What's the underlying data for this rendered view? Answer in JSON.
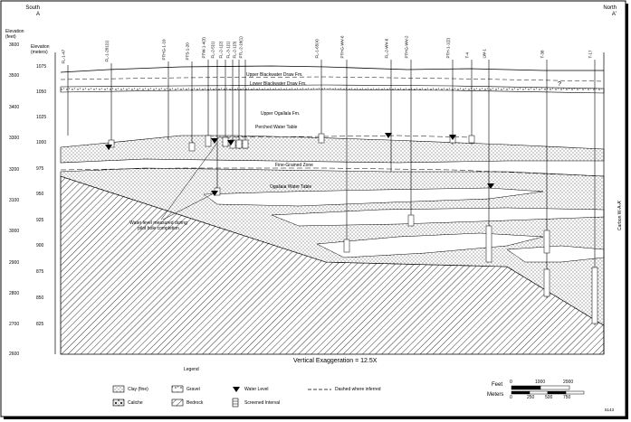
{
  "title": {
    "left_direction": "South",
    "left_point": "A",
    "right_direction": "North",
    "right_point": "A'"
  },
  "axis_feet": {
    "label": "Elevation (feet)",
    "ticks": [
      "3600",
      "3500",
      "3400",
      "3300",
      "3200",
      "3100",
      "3000",
      "2900",
      "2800",
      "2700",
      "2600"
    ]
  },
  "axis_meters": {
    "label": "Elevation (meters)",
    "ticks": [
      "1075",
      "1050",
      "1025",
      "1000",
      "975",
      "950",
      "925",
      "900",
      "875",
      "850",
      "825"
    ]
  },
  "well_ids": [
    "FL-1-47",
    "FL-1-201(1)",
    "PTHG-1-10",
    "PTS-1-20",
    "PTW-1-4(3)",
    "FL-2-5(1)",
    "FL-2-1(2)",
    "FL-3-1(1)",
    "FL-2-1(3)",
    "PTL-2-10(1)",
    "FL-1-65(4)",
    "PTHG-WV-6",
    "FL-2-WV-6",
    "PTHG-WV-2",
    "PTH-1-1(2)",
    "T-4",
    "LW-1",
    "T-38",
    "T-17"
  ],
  "formations": {
    "upper_blackwater": "Upper Blackwater Draw Fm.",
    "lower_blackwater": "Lower Blackwater Draw Fm.",
    "upper_ogallala": "Upper Ogallala Fm.",
    "perched": "Perched Water Table",
    "fine_grained": "Fine-Grained Zone",
    "ogallala_wt": "Ogallala Water Table",
    "callout": "Water level measured during pilot hole completion",
    "query": "?"
  },
  "right_label": "Carbon W-A-A'",
  "vertical_exaggeration": "Vertical Exaggeration = 12.5X",
  "legend": {
    "title": "Legend",
    "items": [
      {
        "label": "Clay (fine)",
        "icon": "clay-swatch-icon"
      },
      {
        "label": "Gravel",
        "icon": "gravel-swatch-icon"
      },
      {
        "label": "Water Level",
        "icon": "water-level-triangle-icon"
      },
      {
        "label": "Dashed where inferred",
        "icon": "dashed-line-icon"
      },
      {
        "label": "Caliche",
        "icon": "caliche-swatch-icon"
      },
      {
        "label": "Bedrock",
        "icon": "bedrock-hatch-icon"
      },
      {
        "label": "Screened Interval",
        "icon": "screened-interval-icon"
      }
    ]
  },
  "scale": {
    "feet_label": "Feet",
    "feet_ticks": [
      "0",
      "1000",
      "2000"
    ],
    "meters_label": "Meters",
    "meters_ticks": [
      "0",
      "250",
      "500",
      "750"
    ]
  },
  "figure_id": "5143"
}
